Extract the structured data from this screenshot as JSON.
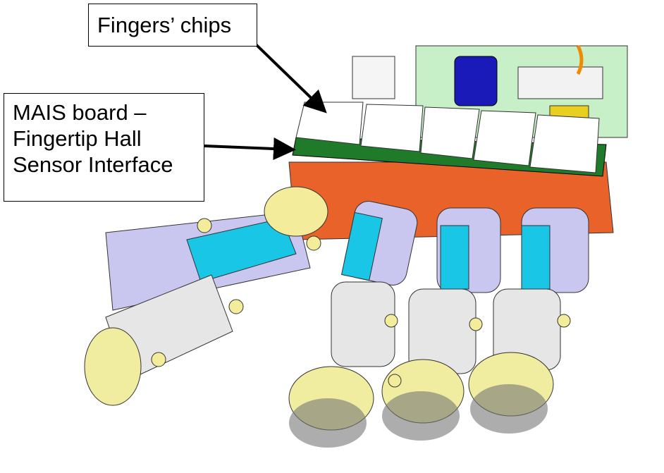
{
  "labels": {
    "fingers_chips": "Fingers’ chips",
    "mais_board": {
      "line1": "MAIS board –",
      "line2": "Fingertip Hall",
      "line3": "Sensor Interface"
    }
  },
  "colors": {
    "board_green": "#1f7a2a",
    "chip_white": "#ffffff",
    "palm_orange": "#e8622a",
    "cyan_link": "#19c6e6",
    "lavender_link": "#c9c6f0",
    "fingertip_yellow": "#f1eda0",
    "joint_yellow": "#f3ec9a",
    "motor_blue": "#1a1ab8",
    "frame_green": "#c8f0c8"
  }
}
